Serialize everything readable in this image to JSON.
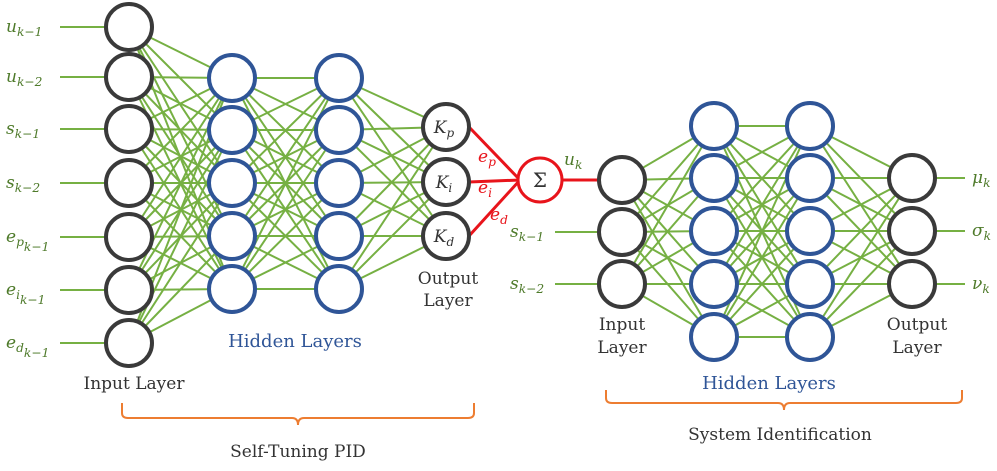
{
  "pid": {
    "inputs": [
      {
        "base": "u",
        "sub": "k−1",
        "subsub": ""
      },
      {
        "base": "u",
        "sub": "k−2",
        "subsub": ""
      },
      {
        "base": "s",
        "sub": "k−1",
        "subsub": ""
      },
      {
        "base": "s",
        "sub": "k−2",
        "subsub": ""
      },
      {
        "base": "e",
        "sub": "k−1",
        "subsub": "p"
      },
      {
        "base": "e",
        "sub": "k−1",
        "subsub": "i"
      },
      {
        "base": "e",
        "sub": "k−1",
        "subsub": "d"
      }
    ],
    "outputs": [
      {
        "base": "K",
        "sub": "p"
      },
      {
        "base": "K",
        "sub": "i"
      },
      {
        "base": "K",
        "sub": "d"
      }
    ],
    "errors": [
      {
        "base": "e",
        "sub": "p"
      },
      {
        "base": "e",
        "sub": "i"
      },
      {
        "base": "e",
        "sub": "d"
      }
    ],
    "input_layer_label": "Input Layer",
    "hidden_layers_label": "Hidden Layers",
    "output_layer_label_1": "Output",
    "output_layer_label_2": "Layer",
    "group_label": "Self-Tuning PID"
  },
  "summation": {
    "symbol": "Σ",
    "output": {
      "base": "u",
      "sub": "k"
    }
  },
  "sysid": {
    "inputs": [
      {
        "base": "s",
        "sub": "k−1"
      },
      {
        "base": "s",
        "sub": "k−2"
      }
    ],
    "outputs": [
      {
        "base": "μ",
        "sub": "k"
      },
      {
        "base": "σ",
        "sub": "k"
      },
      {
        "base": "ν",
        "sub": "k"
      }
    ],
    "input_layer_label_1": "Input",
    "input_layer_label_2": "Layer",
    "hidden_layers_label": "Hidden Layers",
    "output_layer_label_1": "Output",
    "output_layer_label_2": "Layer",
    "group_label": "System Identification"
  },
  "colors": {
    "edge": "#76b043",
    "input_node": "#3a3a3a",
    "hidden_node": "#2f5597",
    "signal": "#e8141b",
    "bracket": "#ed7d31",
    "hidden_text": "#2f5597",
    "text": "#333333",
    "label_green": "#4e7a2a"
  }
}
